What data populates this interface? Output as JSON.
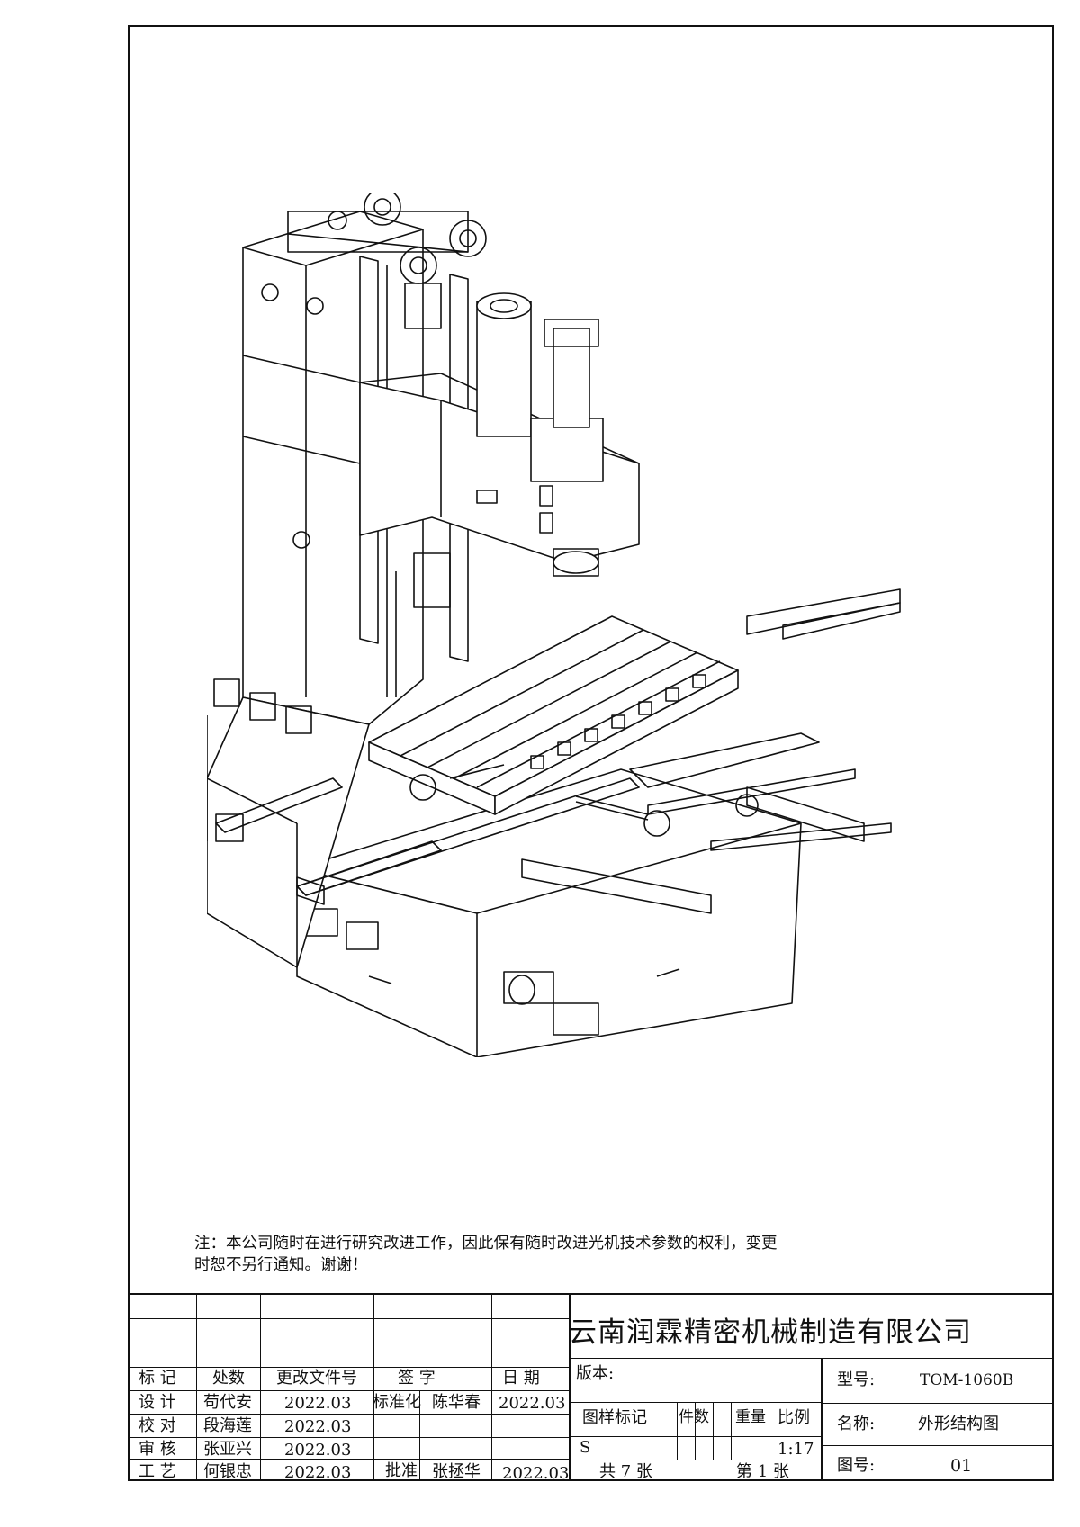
{
  "note": {
    "line1": "注：本公司随时在进行研究改进工作，因此保有随时改进光机技术参数的权利，变更",
    "line2": "时恕不另行通知。谢谢！"
  },
  "company": "云南润霖精密机械制造有限公司",
  "revision_header": {
    "mark": "标 记",
    "count": "处数",
    "doc_no": "更改文件号",
    "sign": "签 字",
    "date": "日 期"
  },
  "signoff": [
    {
      "role": "设 计",
      "name": "苟代安",
      "date": "2022.03"
    },
    {
      "role": "校 对",
      "name": "段海莲",
      "date": "2022.03"
    },
    {
      "role": "审 核",
      "name": "张亚兴",
      "date": "2022.03"
    },
    {
      "role": "工 艺",
      "name": "何银忠",
      "date": "2022.03"
    }
  ],
  "standardization": {
    "label": "标准化",
    "name": "陈华春",
    "date": "2022.03"
  },
  "approval": {
    "label": "批准",
    "name": "张拯华",
    "date": "2022.03"
  },
  "version_label": "版本:",
  "sample_mark_label": "图样标记",
  "sample_mark_value": "S",
  "quantity_label": "件数",
  "weight_label": "重量",
  "scale_label": "比例",
  "scale_value": "1:17",
  "sheets_total": "共 7 张",
  "sheet_current": "第 1 张",
  "model_label": "型号:",
  "model_value": "TOM-1060B",
  "name_label": "名称:",
  "name_value": "外形结构图",
  "drawing_no_label": "图号:",
  "drawing_no_value": "01"
}
